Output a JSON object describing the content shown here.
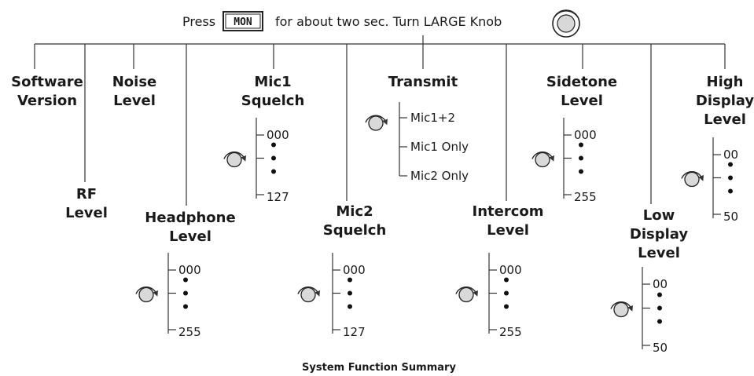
{
  "header": {
    "press_text": "Press",
    "button_label": "MON",
    "instruction_text": "for about two sec. Turn LARGE Knob"
  },
  "functions": [
    {
      "id": "software-version",
      "lines": [
        "Software",
        "Version"
      ],
      "values": []
    },
    {
      "id": "rf-level",
      "lines": [
        "RF",
        "Level"
      ],
      "values": []
    },
    {
      "id": "noise-level",
      "lines": [
        "Noise",
        "Level"
      ],
      "values": []
    },
    {
      "id": "headphone-level",
      "lines": [
        "Headphone",
        "Level"
      ],
      "values": [
        "000",
        "255"
      ]
    },
    {
      "id": "mic1-squelch",
      "lines": [
        "Mic1",
        "Squelch"
      ],
      "values": [
        "000",
        "127"
      ]
    },
    {
      "id": "mic2-squelch",
      "lines": [
        "Mic2",
        "Squelch"
      ],
      "values": [
        "000",
        "127"
      ]
    },
    {
      "id": "transmit",
      "lines": [
        "Transmit"
      ],
      "values": [
        "Mic1+2",
        "Mic1 Only",
        "Mic2 Only"
      ]
    },
    {
      "id": "intercom-level",
      "lines": [
        "Intercom",
        "Level"
      ],
      "values": [
        "000",
        "255"
      ]
    },
    {
      "id": "sidetone-level",
      "lines": [
        "Sidetone",
        "Level"
      ],
      "values": [
        "000",
        "255"
      ]
    },
    {
      "id": "low-display-level",
      "lines": [
        "Low",
        "Display",
        "Level"
      ],
      "values": [
        "00",
        "50"
      ]
    },
    {
      "id": "high-display-level",
      "lines": [
        "High",
        "Display",
        "Level"
      ],
      "values": [
        "00",
        "50"
      ]
    }
  ],
  "caption": "System Function Summary"
}
